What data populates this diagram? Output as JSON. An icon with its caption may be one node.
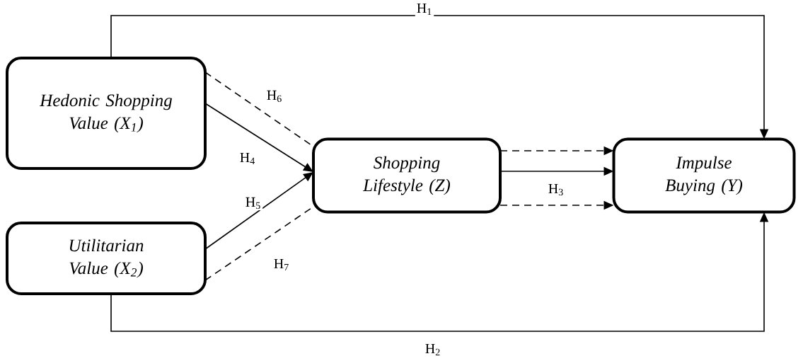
{
  "diagram": {
    "nodes": [
      {
        "text": [
          "Hedonic Shopping Value (X$_{1}$)"
        ]
      },
      {
        "text": [
          "Utilitarian Value (X$_{2}$)"
        ]
      },
      {
        "text": [
          "Shopping Lifestyle (Z)"
        ]
      },
      {
        "text": [
          "Impulse Buying (Y)"
        ]
      }
    ],
    "edges": [
      {
        "from": 0,
        "to": 3,
        "arrow": "to",
        "label": "H$_{1}$"
      },
      {
        "from": 1,
        "to": 3,
        "arrow": "to",
        "label": "H$_{2}$"
      },
      {
        "from": 0,
        "to": 2,
        "arrow": "to",
        "label": "H$_{4}$"
      },
      {
        "from": 1,
        "to": 2,
        "arrow": "to",
        "label": "H$_{5}$"
      },
      {
        "from": 0,
        "to": 2,
        "arrow": "none",
        "style": "dashed",
        "label": "H$_{6}$"
      },
      {
        "from": 1,
        "to": 2,
        "arrow": "none",
        "style": "dashed",
        "label": "H$_{7}$"
      },
      {
        "from": 2,
        "to": 3,
        "arrow": "to",
        "label": "H$_{3}$"
      },
      {
        "from": 2,
        "to": 3,
        "arrow": "to",
        "style": "dashed"
      },
      {
        "from": 2,
        "to": 3,
        "arrow": "to",
        "style": "dashed"
      }
    ]
  }
}
